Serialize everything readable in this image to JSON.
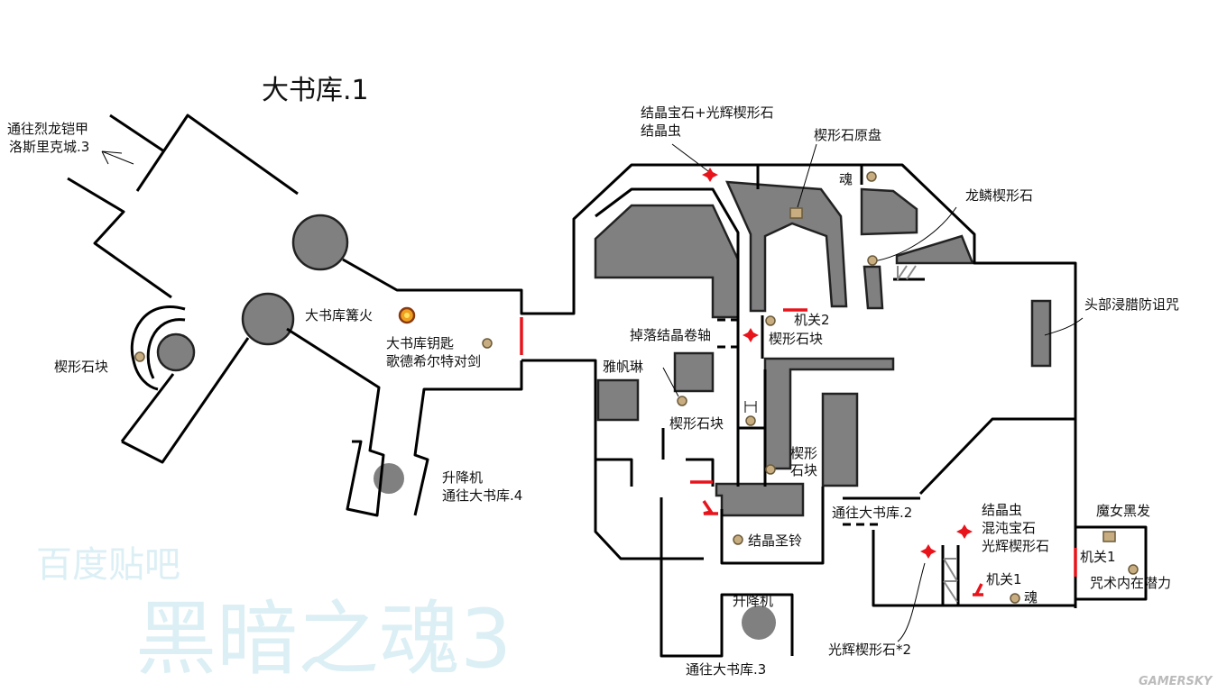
{
  "map": {
    "title": "大书库.1",
    "watermark": {
      "site": "百度贴吧",
      "game": "黑暗之魂3",
      "brand": "GAMERSKY"
    },
    "colors": {
      "wall": "#000000",
      "block": "#808080",
      "door": "#e8141c",
      "item": "#c8ad80",
      "sparkle": "#e8141c",
      "bonfire": "#f0a020"
    },
    "labels": {
      "to_lothric": "通往烈龙铠甲",
      "to_lothric2": "洛斯里克城.3",
      "wedge_left": "楔形石块",
      "bonfire": "大书库篝火",
      "key": "大书库钥匙",
      "swords": "歌德希尔特对剑",
      "elevator4a": "升降机",
      "elevator4b": "通往大书库.4",
      "crystal_top1": "结晶宝石+光辉楔形石",
      "crystal_top2": "结晶虫",
      "wedge_disc": "楔形石原盘",
      "soul_top": "魂",
      "dragon_scale": "龙鳞楔形石",
      "head_spell": "头部浸腊防诅咒",
      "switch2": "机关2",
      "wedge_mid": "楔形石块",
      "scroll": "掉落结晶卷轴",
      "yafan": "雅帆琳",
      "wedge_mid2": "楔形石块",
      "wedge_mid3a": "楔形",
      "wedge_mid3b": "石块",
      "bell": "结晶圣铃",
      "to_lib2": "通往大书库.2",
      "bug_group1": "结晶虫",
      "bug_group2": "混沌宝石",
      "bug_group3": "光辉楔形石",
      "witch_hair": "魔女黑发",
      "switch1a": "机关1",
      "switch1b": "机关1",
      "inner_power": "咒术内在潜力",
      "soul_bottom": "魂",
      "elevator3": "升降机",
      "to_lib3": "通往大书库.3",
      "radiant2": "光辉楔形石*2"
    }
  }
}
